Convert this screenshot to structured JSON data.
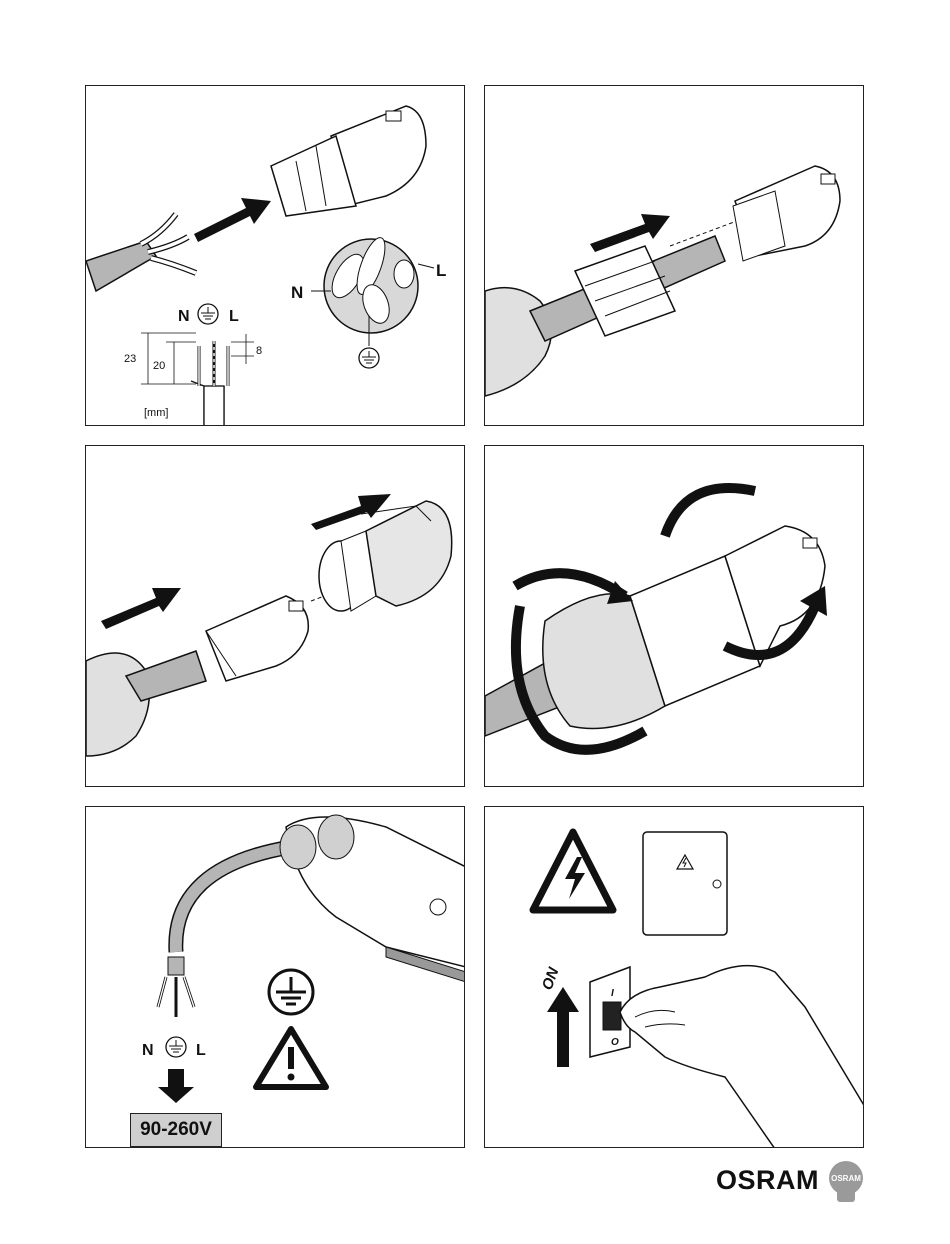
{
  "panel1": {
    "label_n": "N",
    "label_l": "L",
    "dim_23": "23",
    "dim_20": "20",
    "dim_8": "8",
    "unit": "[mm]",
    "icon_ground": "ground-symbol"
  },
  "panel5": {
    "label_n": "N",
    "label_l": "L",
    "voltage": "90-260V",
    "icons": [
      "ground-symbol",
      "warning-triangle"
    ]
  },
  "panel6": {
    "switch_on": "ON",
    "switch_i": "I",
    "switch_o": "O",
    "icons": [
      "high-voltage-warning",
      "fuse-box"
    ]
  },
  "brand": {
    "name": "OSRAM",
    "bulb_text": "OSRAM"
  },
  "colors": {
    "cable_gray": "#b5b5b5",
    "voltage_box": "#cfcfcf",
    "line": "#111111"
  }
}
